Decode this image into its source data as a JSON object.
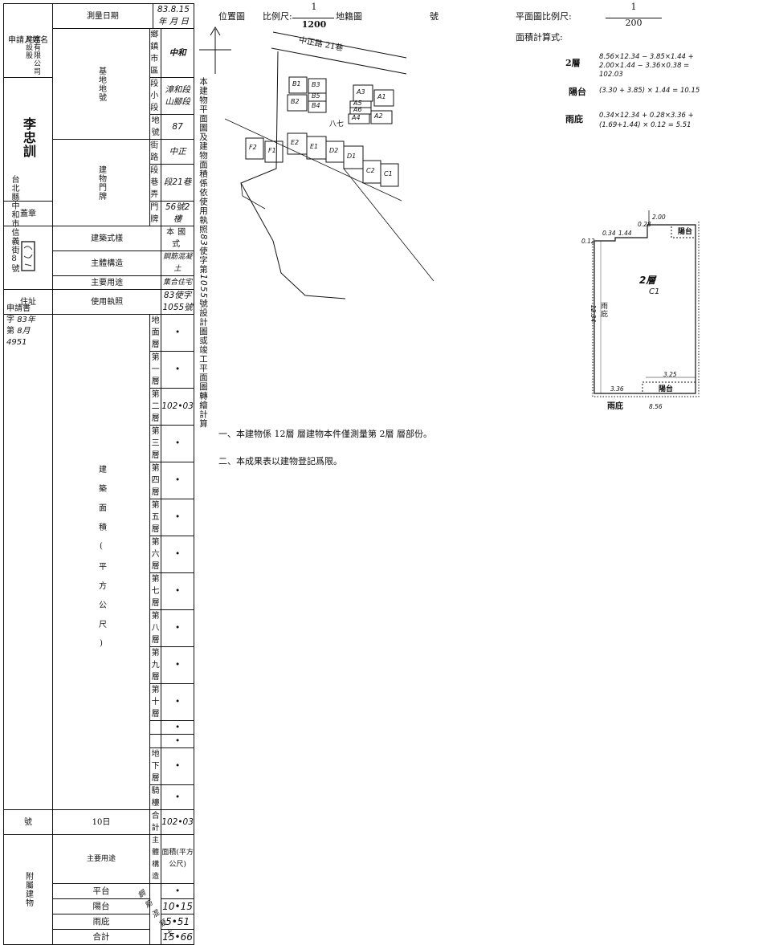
{
  "left_table": {
    "applicant_label": "申請人姓名",
    "applicant_value": "李忠訓",
    "applicant_company": "富有限公司 建設股",
    "seal_label": "蓋章",
    "address_label": "住址",
    "address_value": "台北縣中和市信義街8號",
    "date_label": "測量日期",
    "date_value": "83.8.15",
    "date_unit_year": "年",
    "date_unit_month": "月",
    "date_unit_day": "日",
    "base_group": "基地地號",
    "town_label": "鄉鎮市區",
    "town_value": "中和",
    "section_label": "段小段",
    "section_value": "漳和段山腳段",
    "lot_label": "地號",
    "lot_value": "87",
    "door_group": "建物門牌",
    "street_label": "街路",
    "street_value": "中正",
    "lane_label": "段巷弄",
    "lane_value": "段21巷",
    "number_label": "門牌",
    "number_value": "56號2樓",
    "structure_label": "建築式樣",
    "structure_value": "本國式",
    "main_structure_label": "主體構造",
    "main_structure_value": "鋼筋混凝土",
    "use_label": "主要用途",
    "use_value": "集合住宅",
    "license_label": "使用執照",
    "license_value": "83使字1055號",
    "area_group": "建築面積(平方公尺)",
    "floors": [
      {
        "name": "地面層",
        "value": "•"
      },
      {
        "name": "第一層",
        "value": "•"
      },
      {
        "name": "第二層",
        "value": "102•03"
      },
      {
        "name": "第三層",
        "value": "•"
      },
      {
        "name": "第四層",
        "value": "•"
      },
      {
        "name": "第五層",
        "value": "•"
      },
      {
        "name": "第六層",
        "value": "•"
      },
      {
        "name": "第七層",
        "value": "•"
      },
      {
        "name": "第八層",
        "value": "•"
      },
      {
        "name": "第九層",
        "value": "•"
      },
      {
        "name": "第十層",
        "value": "•"
      },
      {
        "name": "",
        "value": "•"
      },
      {
        "name": "",
        "value": "•"
      },
      {
        "name": "地下層",
        "value": "•"
      },
      {
        "name": "騎樓",
        "value": "•"
      }
    ],
    "total_label": "合計",
    "total_value": "102•03",
    "applicant_doc_label": "申請書",
    "applicant_doc_year": "83年",
    "applicant_doc_word": "字",
    "applicant_doc_month": "8月",
    "applicant_doc_no": "第",
    "applicant_doc_day": "10日",
    "applicant_doc_code": "4951",
    "applicant_doc_num_label": "號",
    "annex_group": "附屬建物",
    "annex_headers": [
      "主要用途",
      "主體構造",
      "面積(平方公尺)"
    ],
    "annex_rows": [
      {
        "use": "平台",
        "value": "•"
      },
      {
        "use": "陽台",
        "value": "10•15"
      },
      {
        "use": "雨庇",
        "value": "5•51"
      },
      {
        "use": "合計",
        "value": "15•66"
      }
    ],
    "annex_structure": "鋼筋混凝土"
  },
  "location_map": {
    "title": "位置圖",
    "scale_label": "比例尺:",
    "scale_num": "1",
    "scale_den": "1200",
    "cadastral_label": "地籍圖",
    "cadastral_no": "號",
    "road": "中正路 21巷",
    "lane": "八七",
    "buildings": [
      "B1",
      "B3",
      "B2",
      "B4",
      "B5",
      "A3",
      "A1",
      "A5",
      "A6",
      "A4",
      "A2",
      "F2",
      "F1",
      "E2",
      "E1",
      "D2",
      "D1",
      "C2",
      "C1"
    ]
  },
  "vertical_note": "本建物平面圖及建物面積係依使用執照83使字第1055號設計圖或竣工平面圖轉繪計算",
  "vertical_note_parts": [
    "本建物平面圖及建物面積係依使用執照",
    "83",
    "使字第",
    "1055",
    "號設計圖或竣工平面圖轉繪計算"
  ],
  "floor_plan": {
    "scale_label": "平面圖比例尺:",
    "scale_num": "1",
    "scale_den": "200",
    "calc_label": "面積計算式:",
    "calcs": [
      {
        "label": "2層",
        "formula": "8.56×12.34 − 3.85×1.44 + 2.00×1.44 − 3.36×0.38 = 102.03"
      },
      {
        "label": "陽台",
        "formula": "(3.30 + 3.85) × 1.44 = 10.15"
      },
      {
        "label": "雨庇",
        "formula": "0.34×12.34 + 0.28×3.36 + (1.69+1.44) × 0.12 = 5.51"
      }
    ],
    "room_label": "2層",
    "room_sub": "C1",
    "balcony_label": "陽台",
    "canopy_label": "雨庇",
    "dims": [
      "2.00",
      "1.44",
      "0.12",
      "0.34",
      "12.34",
      "3.25",
      "3.36",
      "8.56",
      "0.28"
    ]
  },
  "notes": [
    "一、本建物係 12層 層建物本件僅測量第 2層 層部份。",
    "二、本成果表以建物登記爲限。"
  ]
}
